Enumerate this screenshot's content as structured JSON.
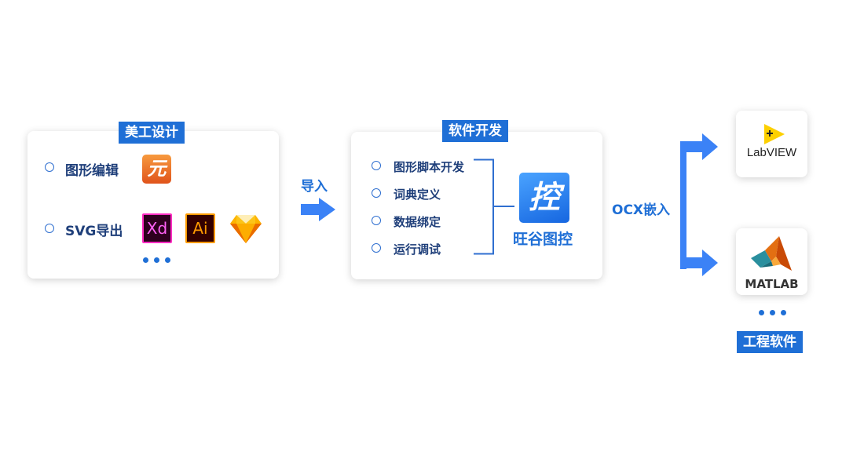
{
  "design": {
    "tag": "美工设计",
    "items": [
      "图形编辑",
      "SVG导出"
    ],
    "icons": {
      "yuan": "元",
      "xd": "Xd",
      "ai": "Ai"
    }
  },
  "import_label": "导入",
  "dev": {
    "tag": "软件开发",
    "items": [
      "图形脚本开发",
      "词典定义",
      "数据绑定",
      "运行调试"
    ],
    "logo_char": "控",
    "product": "旺谷图控"
  },
  "ocx_label": "OCX嵌入",
  "targets": {
    "labview": "LabVIEW",
    "matlab": "MATLAB",
    "tag": "工程软件"
  },
  "colors": {
    "accent": "#1f6fd6",
    "arrow": "#3b82f6",
    "text": "#1f3f7a"
  }
}
